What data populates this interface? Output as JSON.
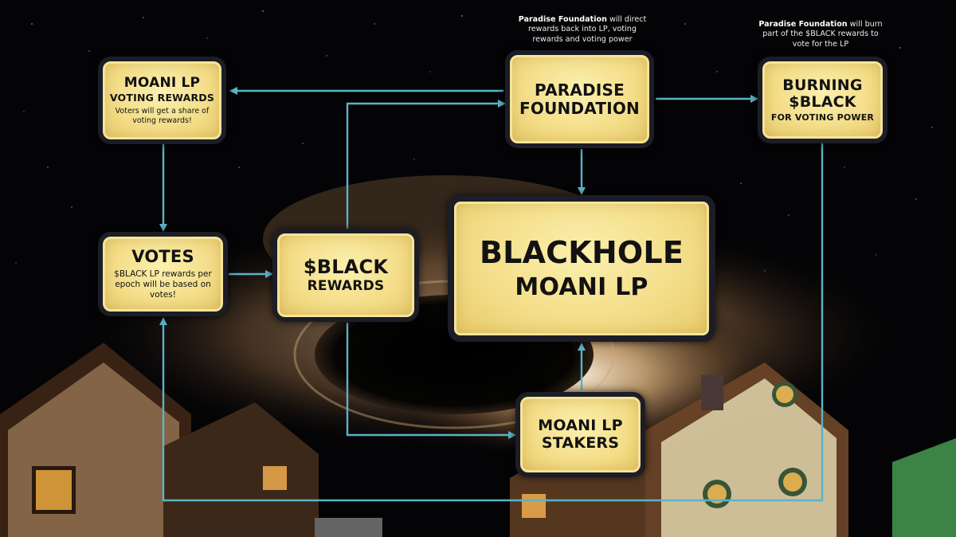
{
  "nodes": {
    "voting_rewards": {
      "title": "MOANI LP",
      "subtitle": "VOTING REWARDS",
      "desc": "Voters will get a share of voting rewards!"
    },
    "paradise": {
      "line1": "PARADISE",
      "line2": "FOUNDATION"
    },
    "burning": {
      "line1": "BURNING",
      "line2": "$BLACK",
      "line3": "FOR VOTING POWER"
    },
    "votes": {
      "title": "VOTES",
      "desc": "$BLACK LP rewards per epoch will be based on votes!"
    },
    "black_rewards": {
      "line1": "$BLACK",
      "line2": "REWARDS"
    },
    "blackhole": {
      "line1": "BLACKHOLE",
      "line2": "MOANI LP"
    },
    "stakers": {
      "line1": "MOANI LP",
      "line2": "STAKERS"
    }
  },
  "notes": {
    "paradise": {
      "bold": "Paradise Foundation",
      "text": " will direct rewards back into LP, voting rewards and voting power"
    },
    "burning": {
      "bold": "Paradise Foundation",
      "text": " will burn part of the $BLACK rewards to vote for the LP"
    }
  },
  "colors": {
    "arrow": "#5bb3c6",
    "box_fill": "#f5e08f",
    "box_border": "#1c1d27"
  }
}
